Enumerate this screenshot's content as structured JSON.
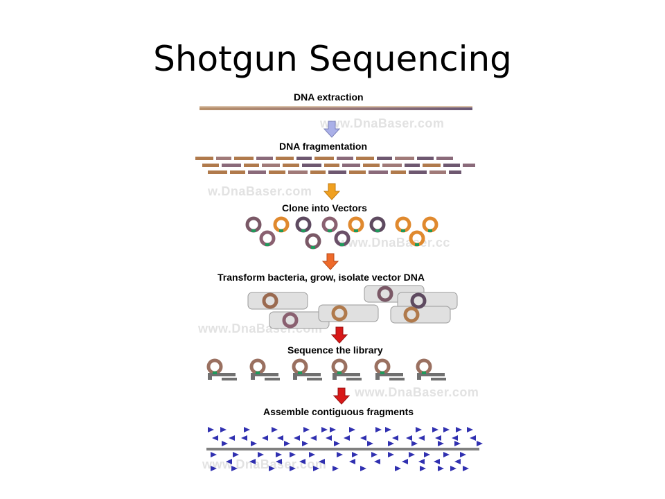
{
  "slide": {
    "title": "Shotgun Sequencing"
  },
  "steps": [
    {
      "label": "DNA extraction"
    },
    {
      "label": "DNA fragmentation"
    },
    {
      "label": "Clone into Vectors"
    },
    {
      "label": "Transform bacteria, grow, isolate vector DNA"
    },
    {
      "label": "Sequence the library"
    },
    {
      "label": "Assemble contiguous fragments"
    }
  ],
  "watermarks": {
    "w1": "www.DnaBaser.com",
    "w2": "w.DnaBaser.com",
    "w3": "www.DnaBaser.cc",
    "w4": "www.DnaBaser.com",
    "w5": "www.DnaBaser.com",
    "w6": "www.DnaBaser.com"
  },
  "colors": {
    "dna_strand": "#8a6a7a",
    "fragment_brown": "#b07a4c",
    "fragment_purple": "#6e5870",
    "vector_orange": "#e0892e",
    "vector_purple": "#5e4a60",
    "insert_green": "#1e9a5a",
    "cell_fill": "#e0e0e0",
    "arrow_lavender": "#aab0e8",
    "arrow_orange": "#f0a020",
    "arrow_orange_red": "#ee6a2a",
    "arrow_red": "#d81818",
    "read_blue": "#3030b0",
    "contig_gray": "#808080"
  }
}
